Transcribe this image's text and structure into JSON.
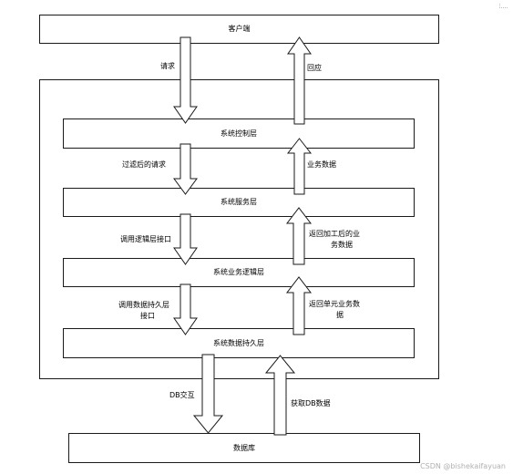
{
  "boxes": {
    "client": "客户端",
    "control": "系统控制层",
    "service": "系统服务层",
    "logic": "系统业务逻辑层",
    "persist": "系统数据持久层",
    "database": "数据库"
  },
  "labels": {
    "request": "请求",
    "response": "回应",
    "filtered_request": "过滤后的请求",
    "business_data": "业务数据",
    "call_logic_line1": "调用逻辑层接口",
    "processed_line1": "返回加工后的业",
    "processed_line2": "务数据",
    "call_persist_line1": "调用数据持久层",
    "call_persist_line2": "接口",
    "single_line1": "返回单元业务数",
    "single_line2": "据",
    "db_interaction": "DB交互",
    "get_db_data": "获取DB数据"
  },
  "watermark": "CSDN @bishekaifayuan"
}
